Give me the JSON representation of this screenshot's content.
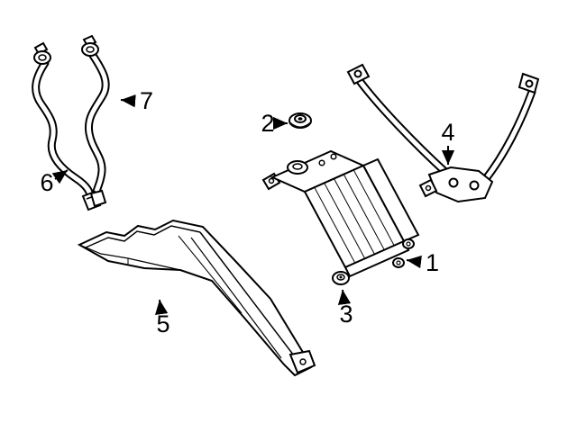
{
  "page": {
    "background_color": "#ffffff",
    "ink_color": "#000000",
    "figure_type": "exploded-parts-line-diagram"
  },
  "diagram": {
    "callouts": [
      {
        "label": "1"
      },
      {
        "label": "2"
      },
      {
        "label": "3"
      },
      {
        "label": "4"
      },
      {
        "label": "5"
      },
      {
        "label": "6"
      },
      {
        "label": "7"
      }
    ]
  }
}
